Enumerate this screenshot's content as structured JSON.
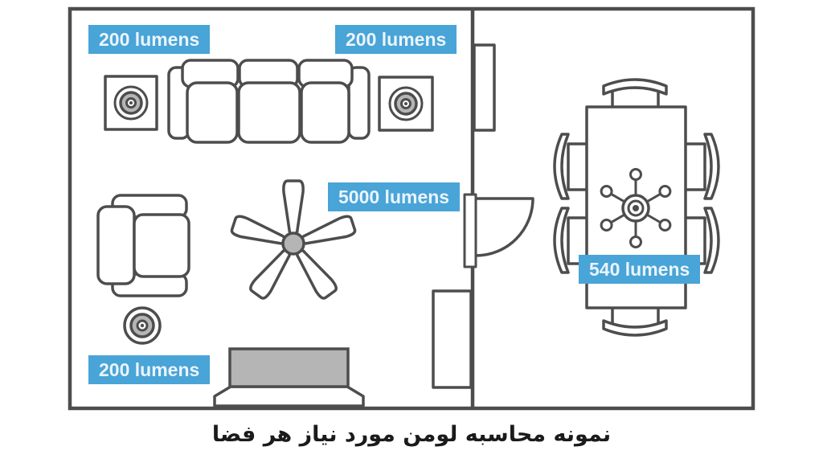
{
  "caption": "نمونه محاسبه لومن مورد نیاز هر فضا",
  "labels": {
    "sofa_left_lamp": "200 lumens",
    "sofa_right_lamp": "200 lumens",
    "ceiling_fan": "5000 lumens",
    "dining_chandelier": "540 lumens",
    "floor_lamp": "200 lumens"
  },
  "colors": {
    "label_background": "#49a4d7",
    "label_text": "#eaf5fc",
    "outline": "#4d4d4d",
    "furniture_gray": "#b5b5b5",
    "caption_color": "#1b1b1b"
  },
  "icons": [
    "table-lamp-icon",
    "floor-lamp-icon",
    "ceiling-fan-icon",
    "chandelier-icon",
    "door-swing-icon"
  ],
  "floorplan": {
    "objects": [
      "sofa",
      "side-table-left",
      "side-table-right",
      "armchair",
      "floor-lamp",
      "ceiling-fan",
      "tv-console",
      "media-cabinet",
      "sideboard",
      "interior-door",
      "dining-table",
      "dining-chairs",
      "chandelier"
    ]
  }
}
